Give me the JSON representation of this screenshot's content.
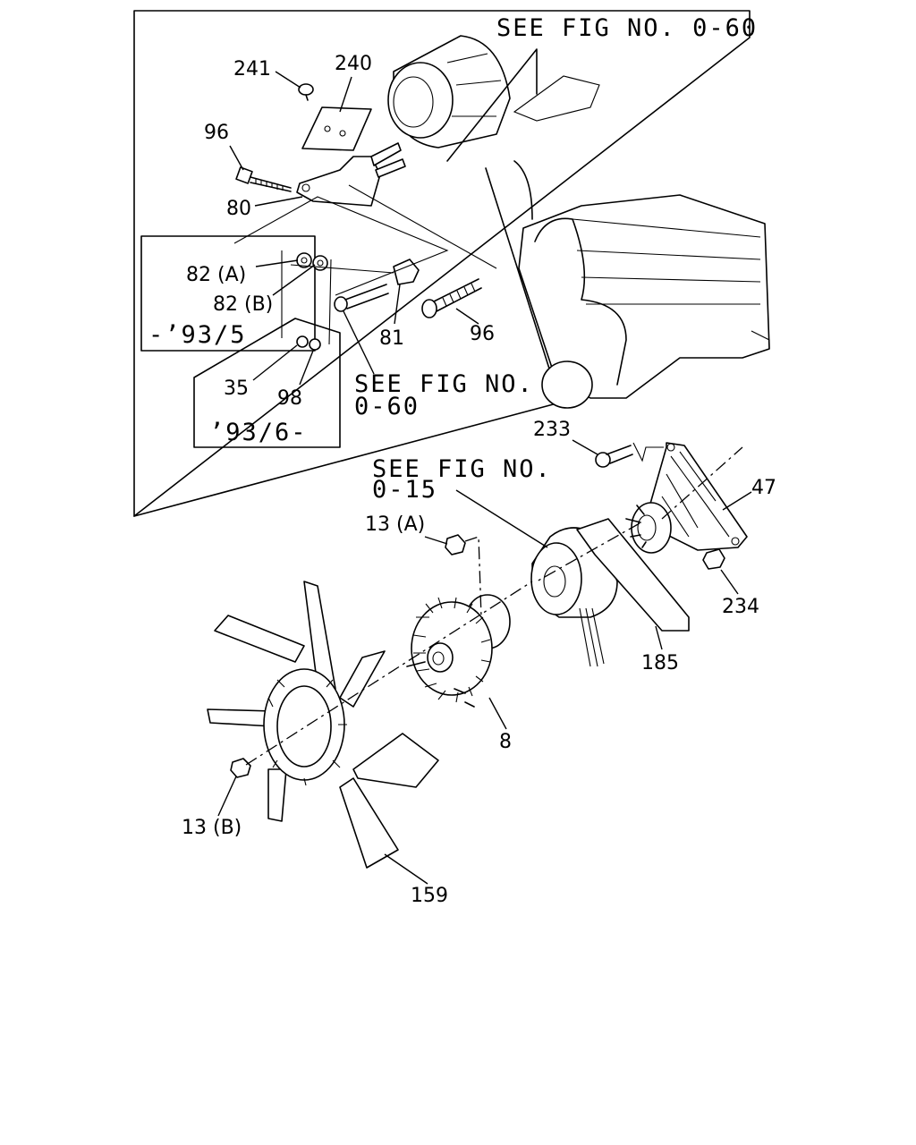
{
  "references": {
    "alternator": "SEE FIG NO. 0-60",
    "bolt": [
      "SEE FIG NO.",
      "0-60"
    ],
    "pulley": [
      "SEE FIG NO.",
      "0-15"
    ]
  },
  "date_ranges": {
    "early": "-’93/5",
    "late": "’93/6-"
  },
  "callouts": {
    "p241": "241",
    "p240": "240",
    "p96_top": "96",
    "p80": "80",
    "p82a": "82 (A)",
    "p82b": "82 (B)",
    "p81": "81",
    "p96_bottom": "96",
    "p35": "35",
    "p98": "98",
    "p233": "233",
    "p47": "47",
    "p13a": "13 (A)",
    "p234": "234",
    "p185": "185",
    "p8": "8",
    "p13b": "13 (B)",
    "p159": "159"
  }
}
